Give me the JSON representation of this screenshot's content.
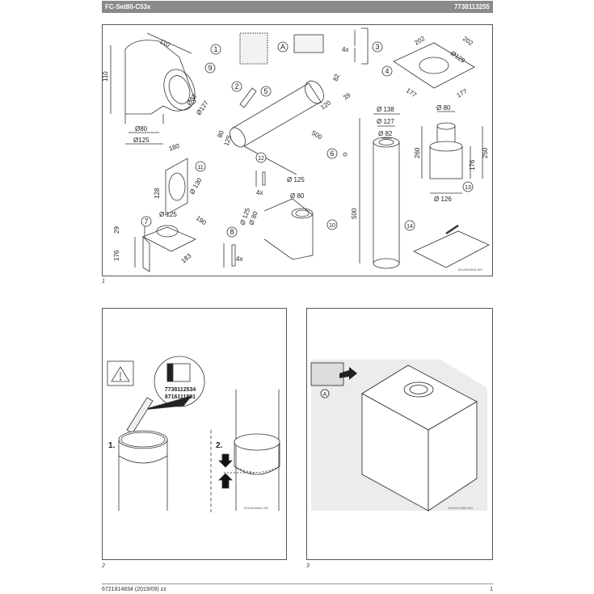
{
  "header": {
    "title": "FC-Set80-C53x",
    "article_number": "7738113255"
  },
  "figure1": {
    "caption": "1",
    "image_code": "0010020818-001",
    "callouts": [
      "1",
      "2",
      "3",
      "4",
      "5",
      "6",
      "7",
      "8",
      "9",
      "10",
      "11",
      "12",
      "13",
      "14",
      "A"
    ],
    "quantities": {
      "item3": "4x",
      "item8": "4x",
      "item12": "4x"
    },
    "dimensions": {
      "elbow": {
        "width": "110",
        "height": "110",
        "inner_dia": "Ø82",
        "outer_dia": "Ø127",
        "bottom_inner": "Ø80",
        "bottom_outer": "Ø125"
      },
      "wall_plate_11": {
        "width": "180",
        "height": "128",
        "dia": "Ø 130"
      },
      "support_7": {
        "dia": "Ø 125",
        "length": "190",
        "depth": "183",
        "h1": "29",
        "h2": "176"
      },
      "pipe_5": {
        "length": "500",
        "socket": "120",
        "end": "39",
        "inner": "80",
        "outer": "125",
        "collar": "82"
      },
      "roof_plate_4": {
        "w1": "202",
        "w2": "202",
        "d1": "177",
        "d2": "177",
        "hole": "Ø129"
      },
      "pipe_14": {
        "d1": "Ø 138",
        "d2": "Ø 127",
        "d3": "Ø 82",
        "length": "500"
      },
      "adapter_13": {
        "top": "Ø 80",
        "h1": "260",
        "h2": "250",
        "h3": "176",
        "bottom": "Ø 126"
      },
      "tee_10": {
        "outer": "Ø 125",
        "inner": "Ø 80",
        "pipe_outer": "Ø 125",
        "pipe_inner": "Ø 80"
      }
    }
  },
  "figure2": {
    "caption": "2",
    "image_code": "0010016800-002",
    "step1": "1.",
    "step2": "2.",
    "label_numbers": [
      "7738112534",
      "8716111801"
    ],
    "warning_icon": "warning-triangle-icon"
  },
  "figure3": {
    "caption": "3",
    "image_code": "0010017654-001",
    "callout": "A"
  },
  "footer": {
    "doc_ref": "6721814834 (2019/09) zz",
    "page": "1"
  }
}
